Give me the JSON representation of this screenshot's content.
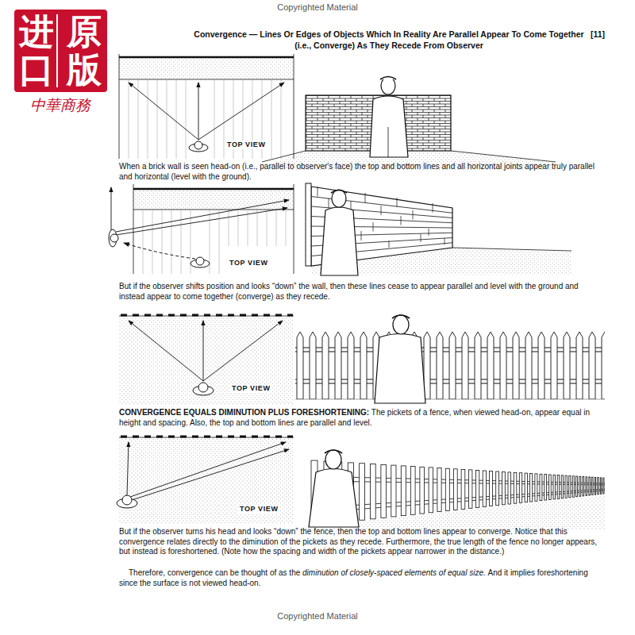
{
  "diagram": {
    "title": "Convergence — Lines Or Edges of Objects Which In Reality Are Parallel Appear To Come Together (i.e., Converge) As They Recede From Observer",
    "labels": [
      "Copyrighted Material",
      "进口",
      "原版",
      "中華商務",
      "[11]",
      "TOP VIEW",
      "When a brick wall is seen head-on (i.e., parallel to observer's face) the top and bottom lines and all horizontal joints appear truly parallel and horizontal (level with the ground).",
      "TOP VIEW",
      "But if the observer shifts position and looks “down” the wall, then these lines cease to appear parallel and level with the ground and instead appear to come together (converge) as they recede.",
      "TOP VIEW",
      "CONVERGENCE EQUALS DIMINUTION PLUS FORESHORTENING:",
      "The pickets of a fence, when viewed head-on, appear equal in height and spacing. Also, the top and bottom lines are parallel and level.",
      "TOP VIEW",
      "But if the observer turns his head and looks “down” the fence, then the top and bottom lines appear to converge. Notice that this convergence relates directly to the diminution of the pickets as they recede. Furthermore, the true length of the fence no longer appears, but instead is foreshortened. (Note how the spacing and width of the pickets appear narrower in the distance.)",
      "Therefore, convergence can be thought of as the",
      "diminution of closely-spaced elements of equal size.",
      "And it implies foreshortening since the surface is not viewed head-on.",
      "Copyrighted Material"
    ]
  }
}
